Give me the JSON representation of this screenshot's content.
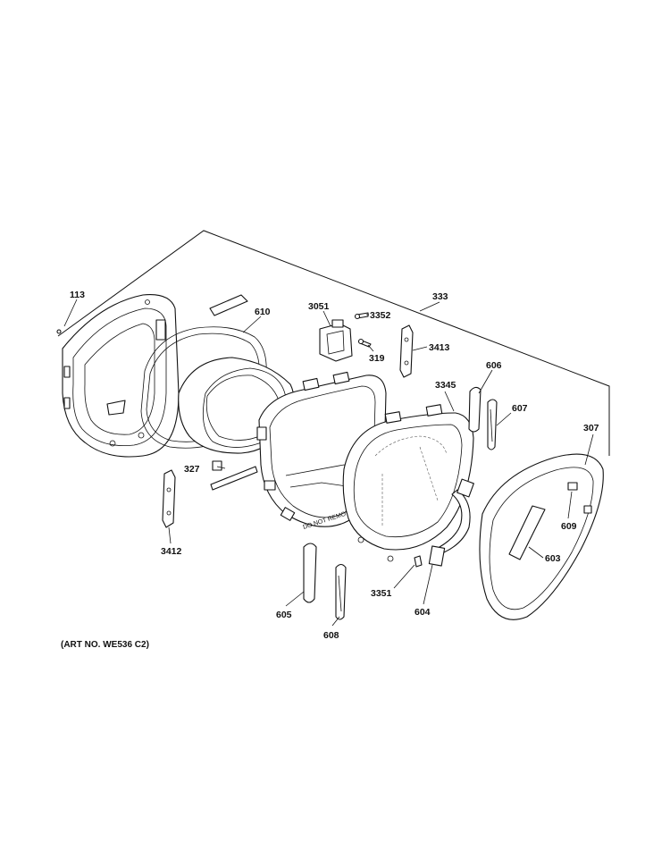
{
  "callouts": {
    "c113": "113",
    "c610": "610",
    "c3051": "3051",
    "c3352": "3352",
    "c333": "333",
    "c319": "319",
    "c3413": "3413",
    "c606": "606",
    "c3345": "3345",
    "c607": "607",
    "c307": "307",
    "c327": "327",
    "c609": "609",
    "c3412": "3412",
    "c603": "603",
    "c3351": "3351",
    "c604": "604",
    "c605": "605",
    "c608": "608"
  },
  "stamp_text": "DO NOT REMOVE",
  "art_number": "(ART NO. WE536 C2)"
}
